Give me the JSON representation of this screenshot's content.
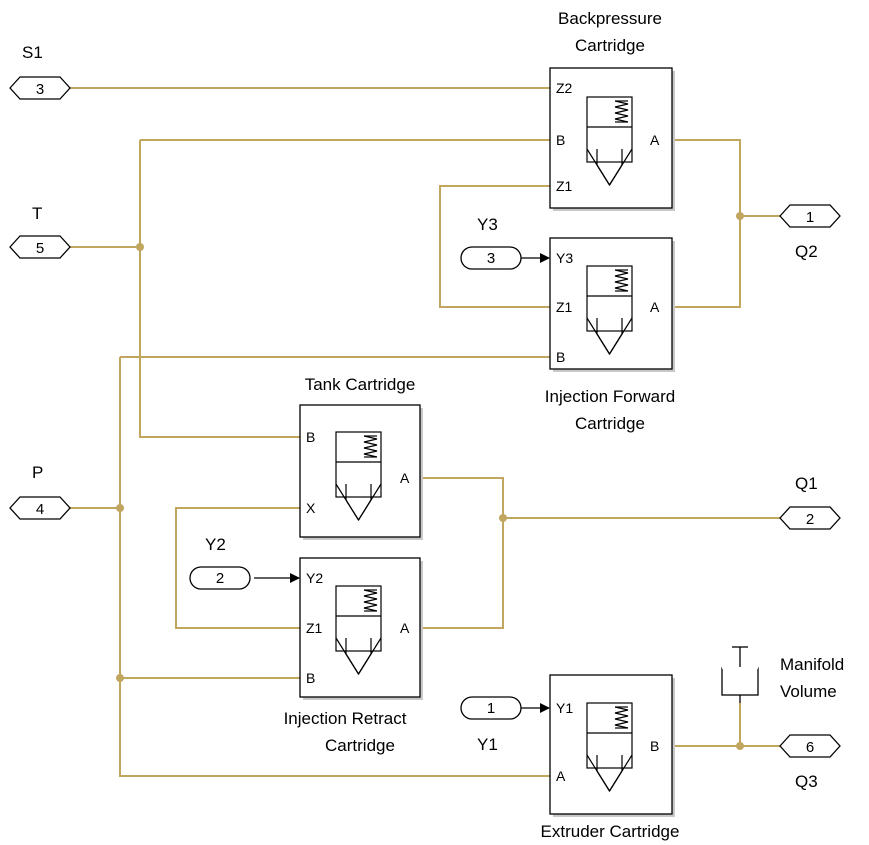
{
  "ports": {
    "s1": {
      "label": "S1",
      "number": "3"
    },
    "t": {
      "label": "T",
      "number": "5"
    },
    "p": {
      "label": "P",
      "number": "4"
    },
    "q2": {
      "label": "Q2",
      "number": "1"
    },
    "q1": {
      "label": "Q1",
      "number": "2"
    },
    "q3": {
      "label": "Q3",
      "number": "6"
    },
    "y3": {
      "label": "Y3",
      "number": "3"
    },
    "y2": {
      "label": "Y2",
      "number": "2"
    },
    "y1": {
      "label": "Y1",
      "number": "1"
    }
  },
  "blocks": {
    "backpressure": {
      "title_line1": "Backpressure",
      "title_line2": "Cartridge",
      "port_z2": "Z2",
      "port_b": "B",
      "port_z1": "Z1",
      "port_a": "A"
    },
    "injection_forward": {
      "title_line1": "Injection Forward",
      "title_line2": "Cartridge",
      "port_y": "Y3",
      "port_z1": "Z1",
      "port_b": "B",
      "port_a": "A"
    },
    "tank": {
      "title": "Tank Cartridge",
      "port_b": "B",
      "port_x": "X",
      "port_a": "A"
    },
    "injection_retract": {
      "title_line1": "Injection Retract",
      "title_line2": "Cartridge",
      "port_y": "Y2",
      "port_z1": "Z1",
      "port_b": "B",
      "port_a": "A"
    },
    "extruder": {
      "title": "Extruder Cartridge",
      "port_y": "Y1",
      "port_a": "A",
      "port_b": "B"
    },
    "manifold": {
      "title_line1": "Manifold",
      "title_line2": "Volume"
    }
  },
  "colors": {
    "hydraulic_line": "#c1a660",
    "signal_line": "#000000",
    "block_shadow": "#c8c8c8"
  }
}
